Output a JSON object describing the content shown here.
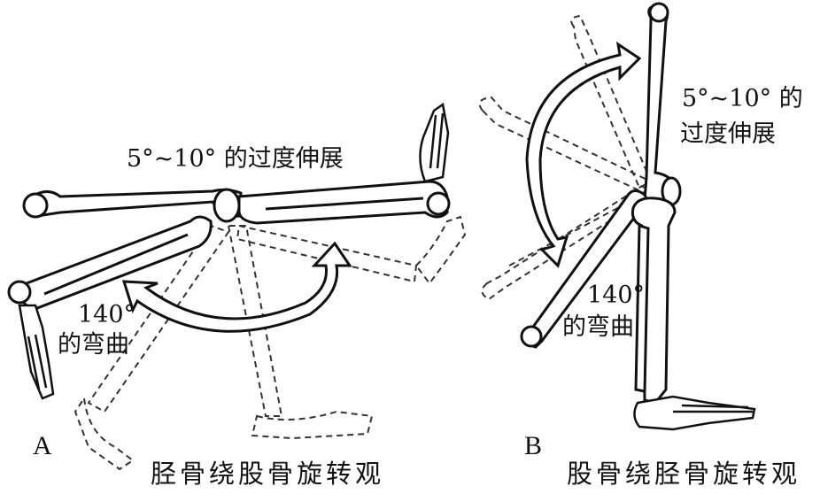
{
  "panel_a": {
    "letter": "A",
    "extension_label": "5°~10° 的过度伸展",
    "flexion_angle": "140°",
    "flexion_text": "的弯曲",
    "caption": "胫骨绕股骨旋转观"
  },
  "panel_b": {
    "letter": "B",
    "extension_angle": "5°~10° 的",
    "extension_text": "过度伸展",
    "flexion_angle": "140°",
    "flexion_text": "的弯曲",
    "caption": "股骨绕胫骨旋转观"
  }
}
